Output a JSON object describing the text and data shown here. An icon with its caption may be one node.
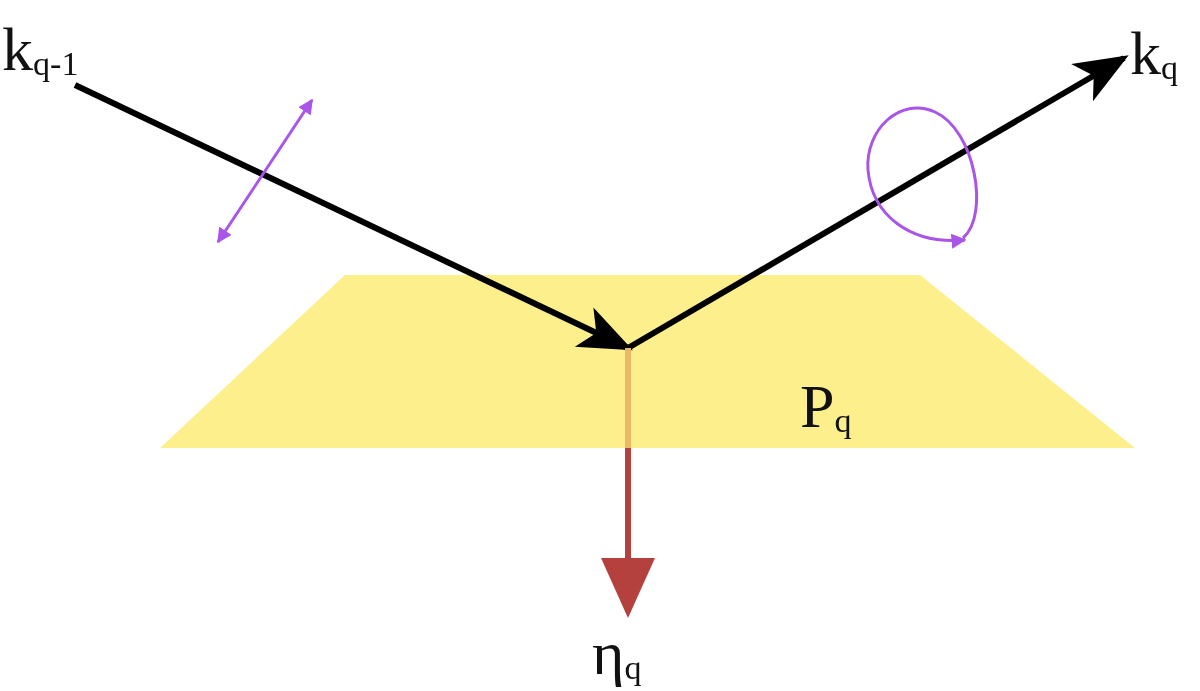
{
  "diagram": {
    "nodes": [
      {
        "text": [
          "k$_{q-1}$"
        ]
      },
      {
        "text": [
          "P$_{q}$"
        ]
      },
      {
        "text": [
          "k$_{q}$"
        ]
      },
      {
        "text": [
          "η$_{q}$"
        ]
      }
    ],
    "edges": [
      {
        "from": 0,
        "to": 1,
        "arrow": "to"
      },
      {
        "from": 1,
        "to": 2,
        "arrow": "to"
      },
      {
        "from": 1,
        "to": 3,
        "arrow": "to",
        "color": "#b5413f"
      }
    ]
  }
}
